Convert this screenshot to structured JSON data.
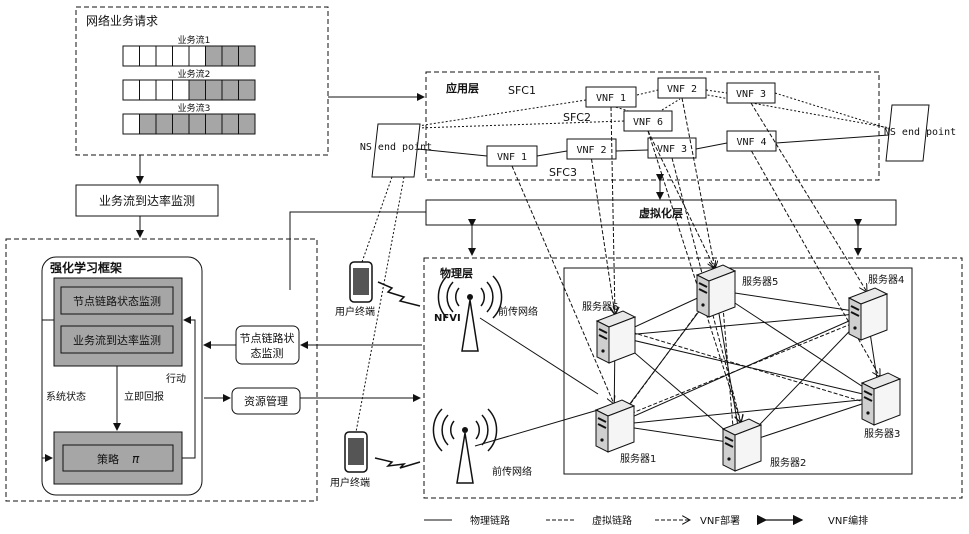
{
  "request_box": {
    "title": "网络业务请求",
    "flows": [
      {
        "label": "业务流1",
        "filled": 3
      },
      {
        "label": "业务流2",
        "filled": 4
      },
      {
        "label": "业务流3",
        "filled": 7
      }
    ]
  },
  "monitor_box": {
    "label": "业务流到达率监测"
  },
  "rl_frame": {
    "title": "强化学习框架",
    "env_items": [
      "节点链路状态监测",
      "业务流到达率监测"
    ],
    "policy": "策略",
    "pi": "π",
    "system_state": "系统状态",
    "reward": "立即回报",
    "action": "行动"
  },
  "side_boxes": {
    "node_monitor_line1": "节点链路状",
    "node_monitor_line2": "态监测",
    "resource_mgmt": "资源管理"
  },
  "app_layer": {
    "title": "应用层",
    "sfc1": "SFC1",
    "sfc2": "SFC2",
    "sfc3": "SFC3",
    "ns_endpoint": "NS end point",
    "vnfs": [
      "VNF 1",
      "VNF 2",
      "VNF 3",
      "VNF 6",
      "VNF 1",
      "VNF 2",
      "VNF 3",
      "VNF 4"
    ]
  },
  "virtual_layer": {
    "title": "虚拟化层"
  },
  "physical_layer": {
    "title": "物理层",
    "nfvi": "NFVI",
    "fronthaul": "前传网络",
    "user_terminal": "用户终端",
    "servers": [
      "服务器1",
      "服务器2",
      "服务器3",
      "服务器4",
      "服务器5",
      "服务器6"
    ]
  },
  "legend": {
    "physical": "物理链路",
    "virtual": "虚拟链路",
    "deploy": "VNF部署",
    "orchestrate": "VNF编排"
  },
  "colors": {
    "stroke": "#111111",
    "env_fill": "#a6a6a6",
    "flow_fill": "#a6a6a6"
  }
}
